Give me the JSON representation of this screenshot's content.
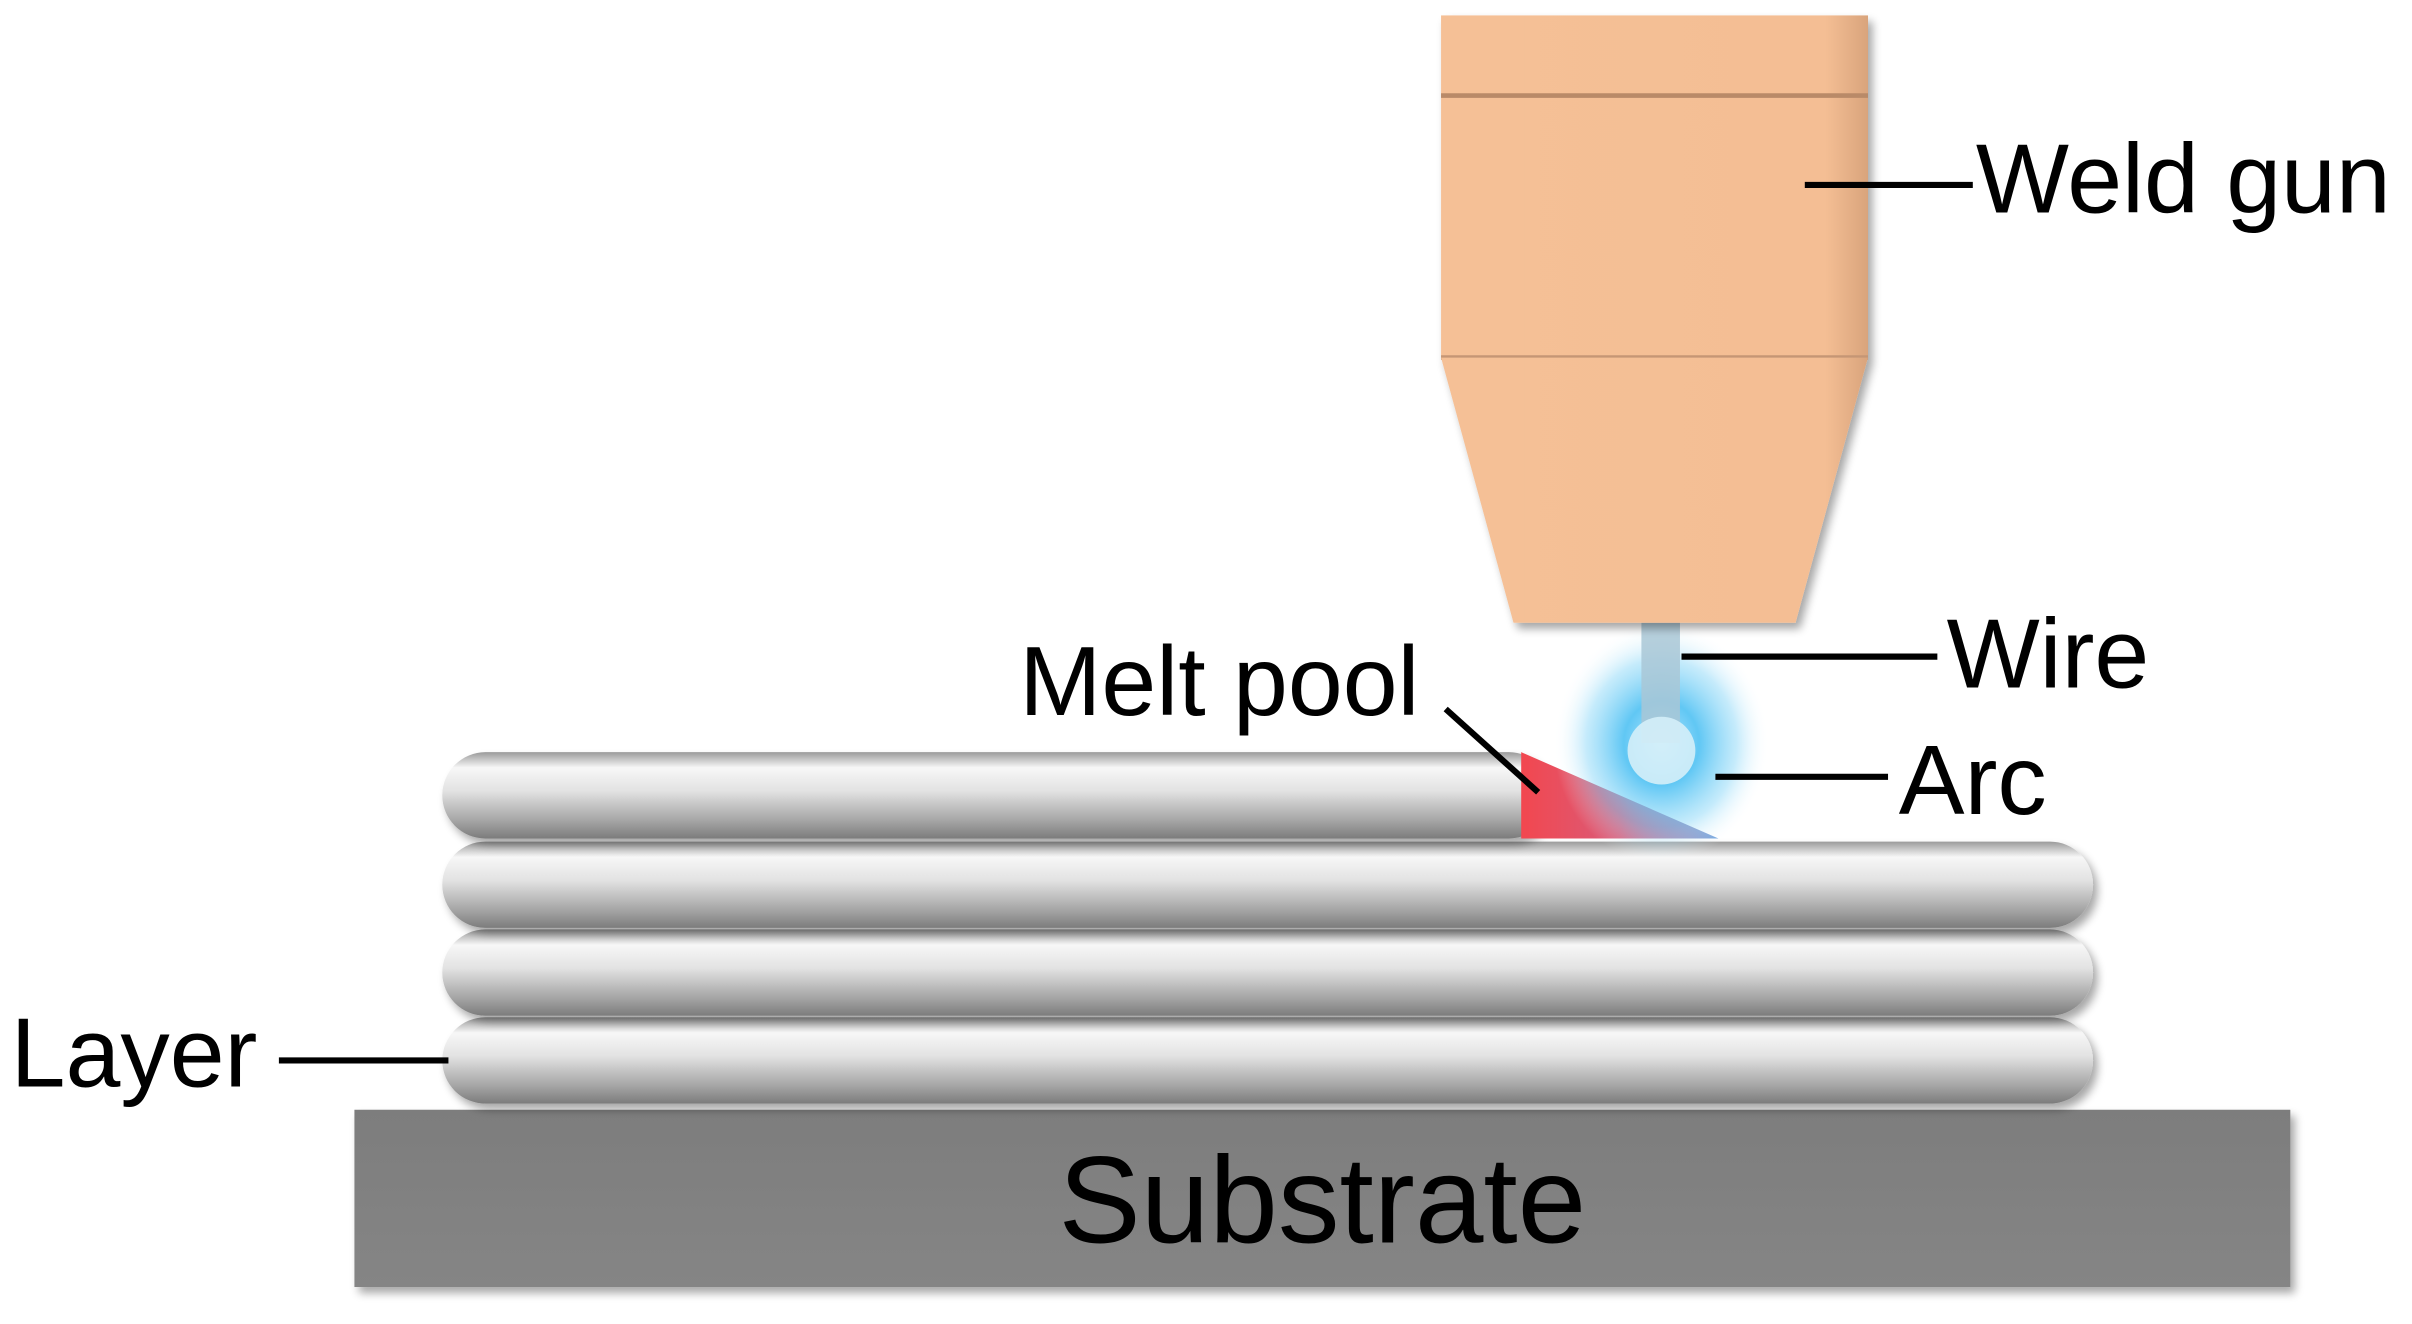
{
  "labels": {
    "weld_gun": "Weld gun",
    "wire": "Wire",
    "arc": "Arc",
    "melt_pool": "Melt pool",
    "layer": "Layer",
    "substrate": "Substrate"
  },
  "colors": {
    "weld_gun": "#f5c096",
    "weld_gun_shadow": "#c9956e",
    "bead_light": "#f4f4f4",
    "bead_dark": "#8a8a8a",
    "substrate": "#808080",
    "melt_pool": "#f2474f",
    "arc_glow": "#3fb8f0",
    "wire": "#a9c7d6"
  },
  "layer_count": 4
}
